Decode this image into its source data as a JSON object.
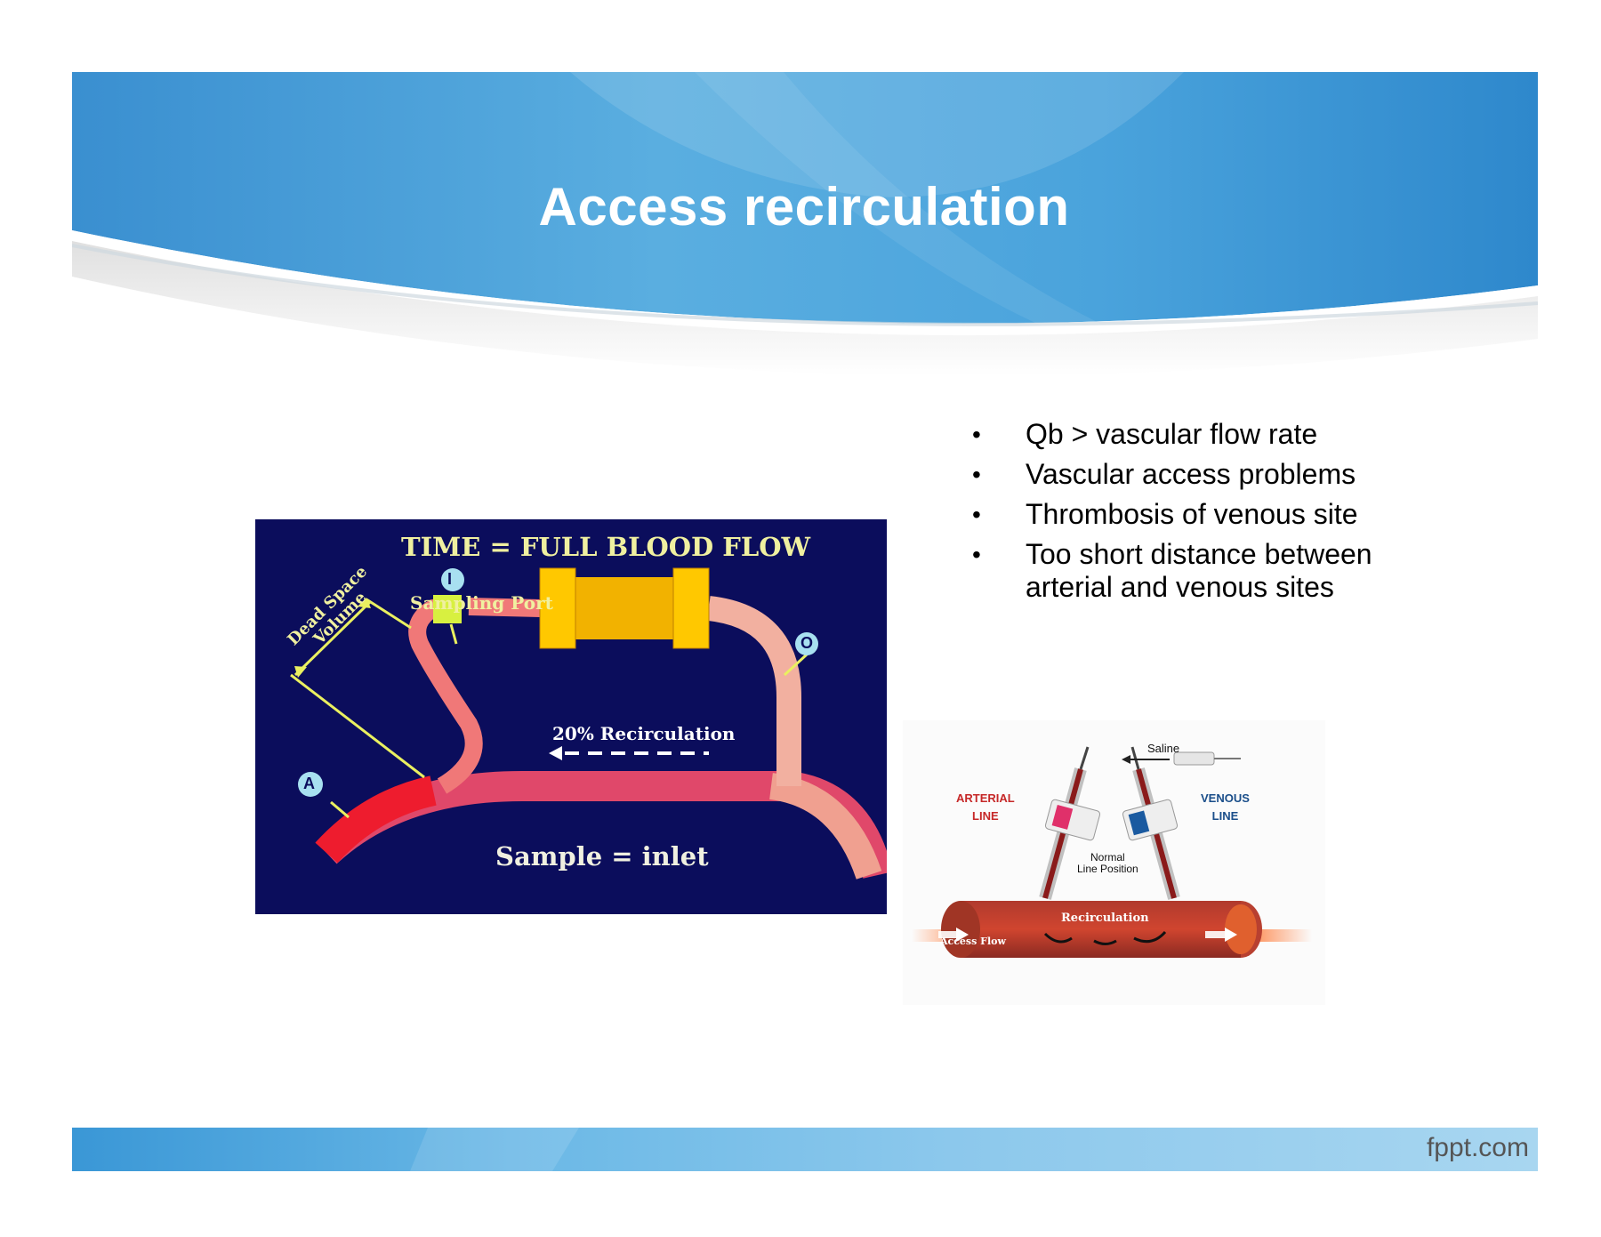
{
  "slide": {
    "title": "Access recirculation",
    "footer_brand": "fppt.com"
  },
  "bullets": [
    "Qb > vascular flow rate",
    "Vascular access problems",
    "Thrombosis of venous site",
    "Too short distance between arterial and venous sites"
  ],
  "figure_left": {
    "heading": "TIME = FULL BLOOD FLOW",
    "label_i": "I",
    "label_o": "O",
    "label_a": "A",
    "sampling_port": "Sampling Port",
    "dead_space_line1": "Dead Space",
    "dead_space_line2": "Volume",
    "recirculation": "20% Recirculation",
    "sample": "Sample = inlet"
  },
  "figure_right": {
    "saline": "Saline",
    "arterial_line_1": "ARTERIAL",
    "arterial_line_2": "LINE",
    "venous_line_1": "VENOUS",
    "venous_line_2": "LINE",
    "normal_1": "Normal",
    "normal_2": "Line Position",
    "recirculation": "Recirculation",
    "access_flow": "Access Flow"
  },
  "colors": {
    "header_blue": "#3a97d6",
    "figure_bg": "#0b0d5c",
    "heading_text": "#f0f0a0"
  }
}
